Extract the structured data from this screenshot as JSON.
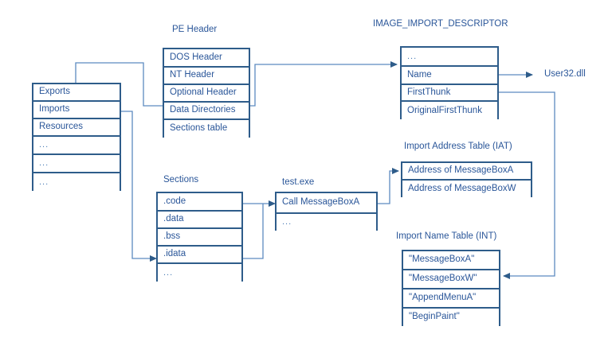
{
  "diagram": {
    "title_hidden": "",
    "colors": {
      "stroke": "#2E5C8A",
      "text": "#2A5699",
      "wire": "#5C8AC0",
      "background": "#FFFFFF"
    },
    "captions": {
      "pe_header": "PE Header",
      "image_import_descriptor": "IMAGE_IMPORT_DESCRIPTOR",
      "sections": "Sections",
      "test_exe": "test.exe",
      "iat": "Import Address Table (IAT)",
      "int": "Import Name Table (INT)"
    },
    "labels": {
      "user32": "User32.dll"
    },
    "data_directories": {
      "rows": [
        {
          "label": "Exports"
        },
        {
          "label": "Imports"
        },
        {
          "label": "Resources"
        },
        {
          "label": "..."
        },
        {
          "label": "..."
        },
        {
          "label": "..."
        }
      ]
    },
    "pe_header": {
      "rows": [
        {
          "label": "DOS Header"
        },
        {
          "label": "NT Header"
        },
        {
          "label": "Optional Header"
        },
        {
          "label": "Data Directories"
        },
        {
          "label": "Sections table"
        }
      ]
    },
    "import_descriptor": {
      "rows": [
        {
          "label": "..."
        },
        {
          "label": "Name"
        },
        {
          "label": "FirstThunk"
        },
        {
          "label": "OriginalFirstThunk"
        }
      ]
    },
    "sections": {
      "rows": [
        {
          "label": ".code"
        },
        {
          "label": ".data"
        },
        {
          "label": ".bss"
        },
        {
          "label": ".idata"
        },
        {
          "label": "..."
        }
      ]
    },
    "test_exe": {
      "rows": [
        {
          "label": "Call MessageBoxA"
        },
        {
          "label": "..."
        }
      ]
    },
    "iat": {
      "rows": [
        {
          "label": "Address of MessageBoxA"
        },
        {
          "label": "Address of MessageBoxW"
        }
      ]
    },
    "int": {
      "rows": [
        {
          "label": "\"MessageBoxA\""
        },
        {
          "label": "\"MessageBoxW\""
        },
        {
          "label": "\"AppendMenuA\""
        },
        {
          "label": "\"BeginPaint\""
        }
      ]
    }
  }
}
